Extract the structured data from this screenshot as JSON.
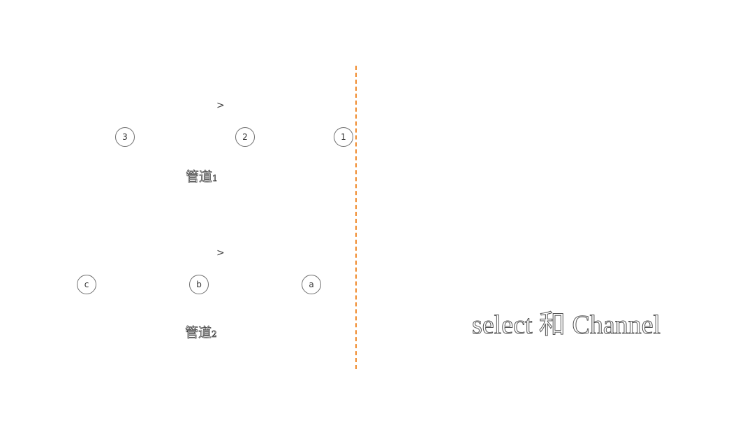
{
  "colors": {
    "divider": "#f08a2c",
    "node_border": "#6e6e6e",
    "text": "#333333"
  },
  "pipeline_1": {
    "direction_arrow": ">",
    "nodes": [
      "3",
      "2",
      "1"
    ],
    "label_text": "管道",
    "label_num": "1"
  },
  "pipeline_2": {
    "direction_arrow": ">",
    "nodes": [
      "c",
      "b",
      "a"
    ],
    "label_text": "管道",
    "label_num": "2"
  },
  "title": "select 和 Channel"
}
